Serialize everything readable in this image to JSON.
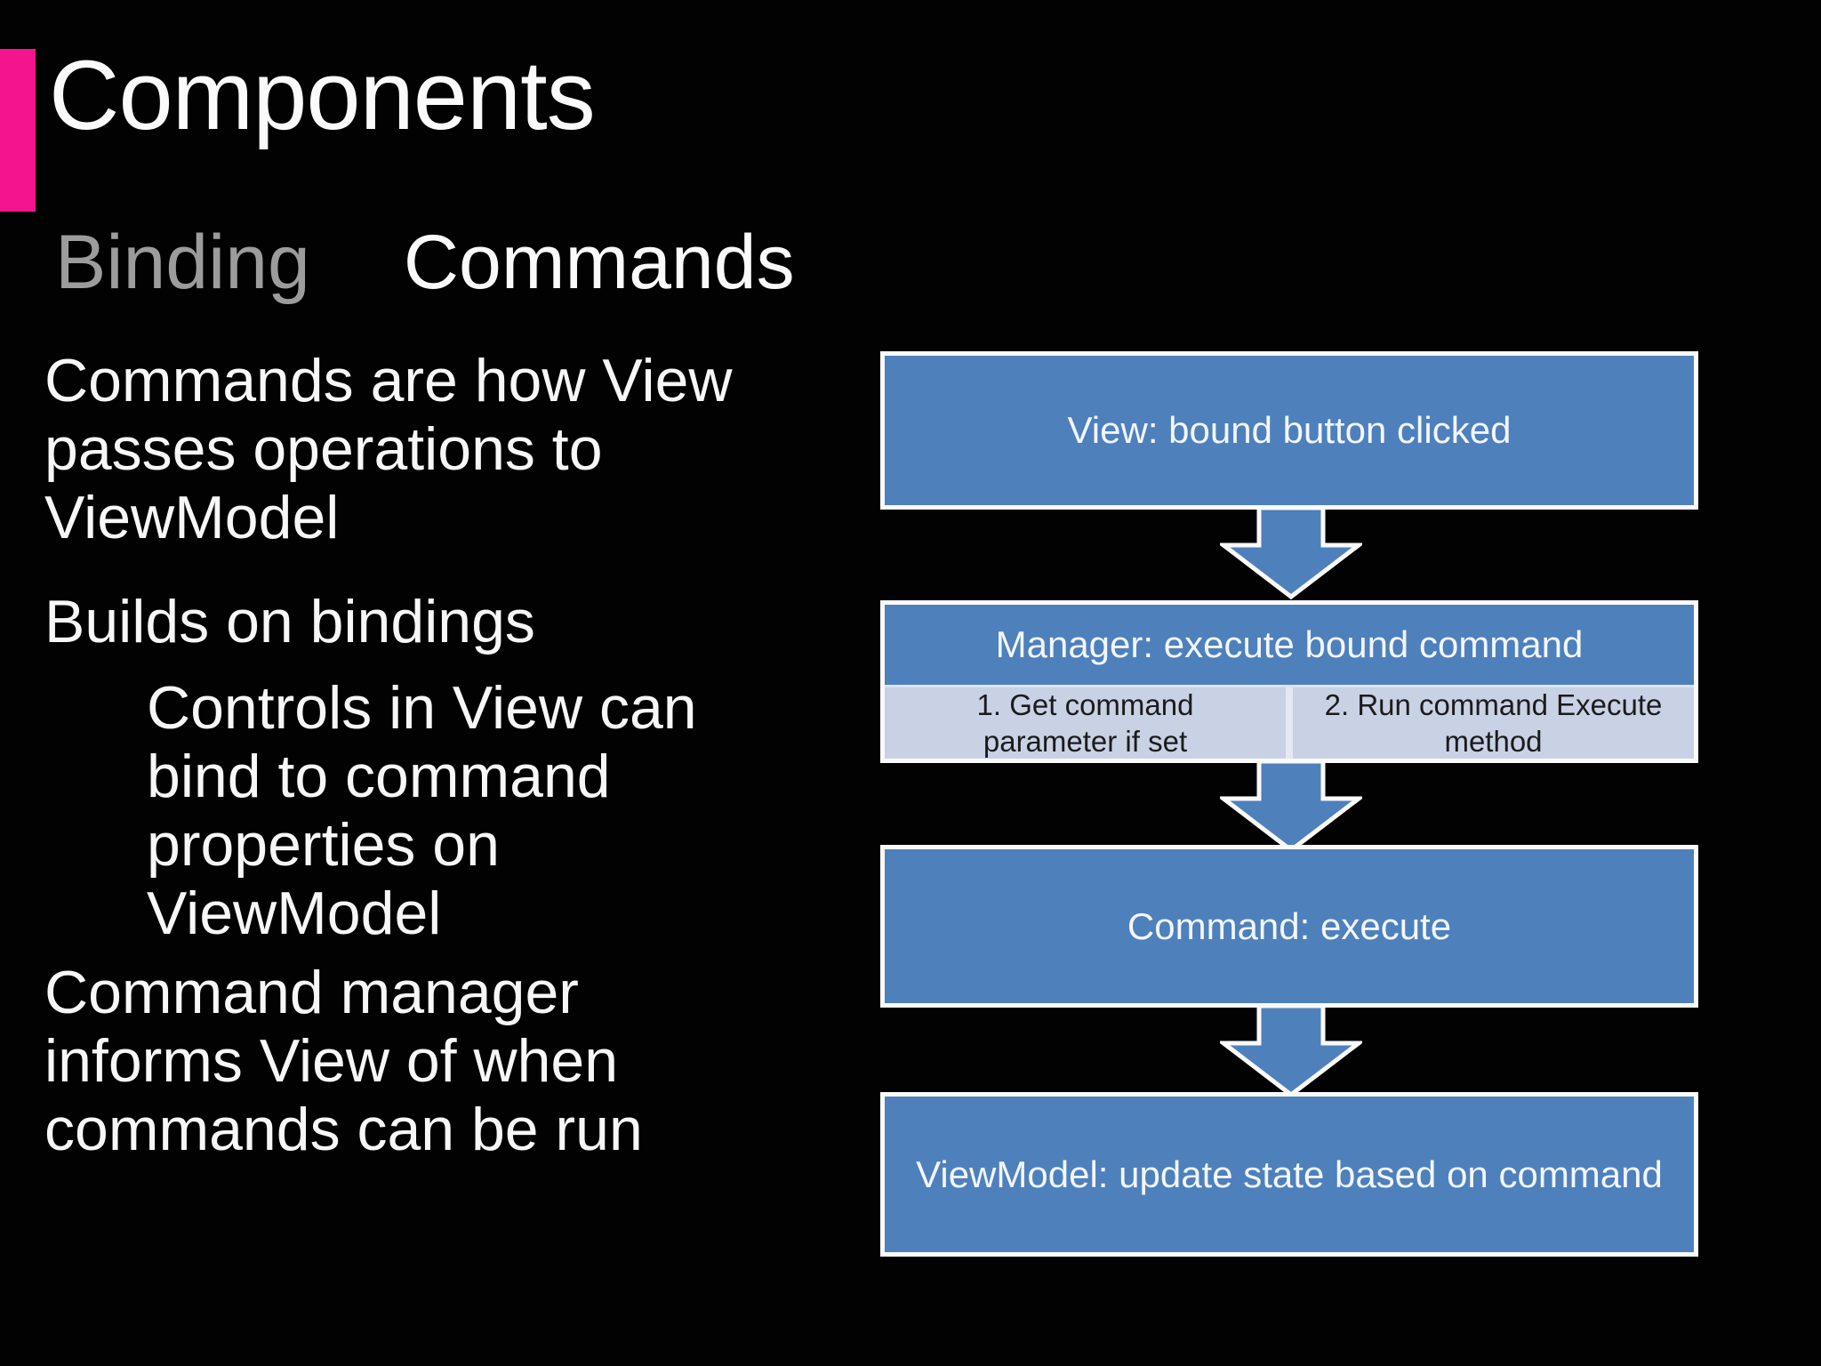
{
  "slide": {
    "title": "Components",
    "tabs": [
      {
        "label": "Binding",
        "active": false
      },
      {
        "label": "Commands",
        "active": true
      }
    ],
    "bullets": [
      {
        "level": 1,
        "lines": [
          "Commands are how View",
          "passes operations to",
          "ViewModel"
        ]
      },
      {
        "level": 1,
        "lines": [
          "Builds on bindings"
        ]
      },
      {
        "level": 2,
        "lines": [
          "Controls in View can",
          "bind to command",
          "properties on",
          "ViewModel"
        ]
      },
      {
        "level": 1,
        "lines": [
          "Command manager",
          "informs View of when",
          "commands can be run"
        ]
      }
    ]
  },
  "flowchart": {
    "steps": [
      {
        "label": "View: bound button clicked"
      },
      {
        "label": "Manager: execute bound command",
        "substeps": [
          "1. Get command parameter if set",
          "2. Run command Execute method"
        ]
      },
      {
        "label": "Command: execute"
      },
      {
        "label": "ViewModel: update state based on command"
      }
    ]
  },
  "colors": {
    "background": "#020202",
    "accent_pink": "#f4148e",
    "title_text": "#fafafa",
    "inactive_tab_text": "#9c9c9c",
    "box_fill": "#4e80bc",
    "box_border": "#fafafa",
    "box_text": "#f2f6fb",
    "substep_fill": "#c9d2e4",
    "substep_text": "#1b1b1e"
  }
}
